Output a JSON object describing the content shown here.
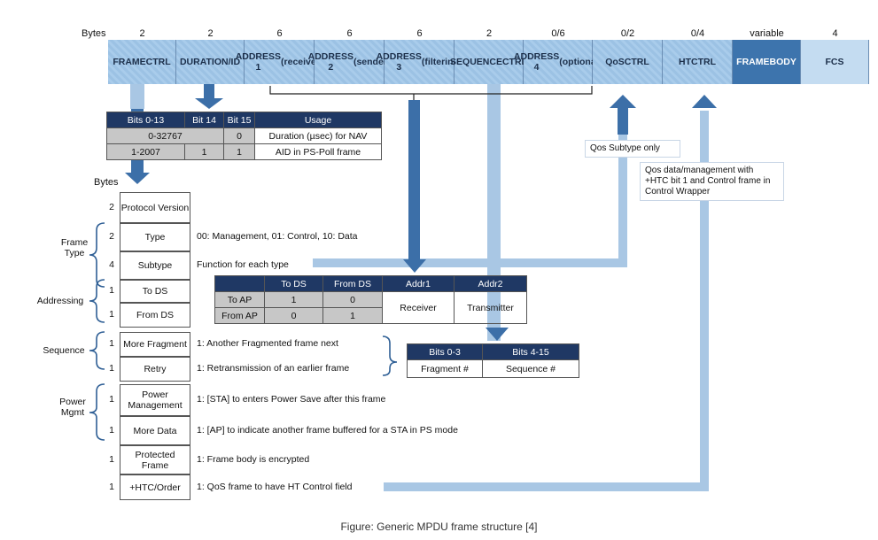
{
  "header": {
    "bytes_label": "Bytes",
    "fields": [
      {
        "bytes": "2",
        "line1": "FRAME",
        "line2": "CTRL"
      },
      {
        "bytes": "2",
        "line1": "DURATION/",
        "line2": "ID"
      },
      {
        "bytes": "6",
        "line1": "ADDRESS 1",
        "line2": "(receiver)"
      },
      {
        "bytes": "6",
        "line1": "ADDRESS 2",
        "line2": "(sender)"
      },
      {
        "bytes": "6",
        "line1": "ADDRESS 3",
        "line2": "(filtering)"
      },
      {
        "bytes": "2",
        "line1": "SEQUENCE",
        "line2": "CTRL"
      },
      {
        "bytes": "0/6",
        "line1": "ADDRESS 4",
        "line2": "(optional)"
      },
      {
        "bytes": "0/2",
        "line1": "QoS",
        "line2": "CTRL"
      },
      {
        "bytes": "0/4",
        "line1": "HT",
        "line2": "CTRL"
      },
      {
        "bytes": "variable",
        "line1": "FRAME",
        "line2": "BODY"
      },
      {
        "bytes": "4",
        "line1": "FCS",
        "line2": ""
      }
    ]
  },
  "duration_table": {
    "headers": [
      "Bits 0-13",
      "Bit 14",
      "Bit 15",
      "Usage"
    ],
    "rows": [
      [
        "0-32767",
        "0",
        "Duration (µsec) for NAV"
      ],
      [
        "1-2007",
        "1",
        "1",
        "AID in PS-Poll frame"
      ]
    ]
  },
  "frame_ctrl": {
    "bytes_label": "Bytes",
    "fields": [
      {
        "bits": "2",
        "name": "Protocol Version",
        "desc": ""
      },
      {
        "bits": "2",
        "name": "Type",
        "desc": "00: Management, 01: Control, 10: Data"
      },
      {
        "bits": "4",
        "name": "Subtype",
        "desc": "Function for each type"
      },
      {
        "bits": "1",
        "name": "To DS",
        "desc": ""
      },
      {
        "bits": "1",
        "name": "From DS",
        "desc": ""
      },
      {
        "bits": "1",
        "name": "More Fragment",
        "desc": "1: Another Fragmented frame next"
      },
      {
        "bits": "1",
        "name": "Retry",
        "desc": "1: Retransmission of an earlier frame"
      },
      {
        "bits": "1",
        "name": "Power Management",
        "desc": "1: [STA] to enters Power Save after this frame"
      },
      {
        "bits": "1",
        "name": "More Data",
        "desc": "1: [AP] to indicate another frame buffered for a STA in PS mode"
      },
      {
        "bits": "1",
        "name": "Protected Frame",
        "desc": "1: Frame body is encrypted"
      },
      {
        "bits": "1",
        "name": "+HTC/Order",
        "desc": "1: QoS frame to have HT Control field"
      }
    ],
    "groups": [
      "Frame Type",
      "Addressing",
      "Sequence",
      "Power Mgmt"
    ]
  },
  "ds_table": {
    "headers": [
      "",
      "To DS",
      "From DS",
      "Addr1",
      "Addr2"
    ],
    "rows": [
      [
        "To AP",
        "1",
        "0"
      ],
      [
        "From AP",
        "0",
        "1"
      ]
    ],
    "addr1": "Receiver",
    "addr2": "Transmitter"
  },
  "seq_table": {
    "headers": [
      "Bits 0-3",
      "Bits 4-15"
    ],
    "row": [
      "Fragment #",
      "Sequence #"
    ]
  },
  "notes": {
    "qos": "Qos Subtype only",
    "ht": "Qos data/management with +HTC bit 1 and Control frame in Control Wrapper"
  },
  "caption": "Figure: Generic MPDU frame structure [4]",
  "colors": {
    "header_blue": "#9cc2e4",
    "frame_body": "#3d74ad",
    "table_header": "#1f3864",
    "arrow": "#3c6fa8",
    "connector": "#a4c3e0"
  }
}
